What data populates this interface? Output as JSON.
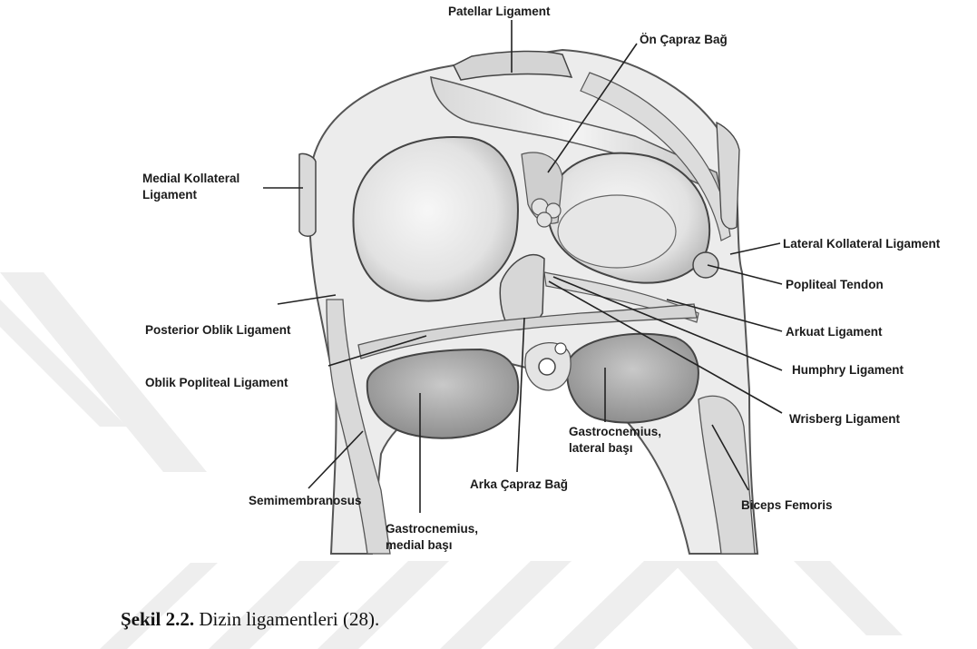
{
  "labels": {
    "patellar_ligament": "Patellar Ligament",
    "on_capraz_bag": "Ön Çapraz Bağ",
    "medial_kollateral_ligament": "Medial Kollateral\nLigament",
    "lateral_kollateral_ligament": "Lateral Kollateral Ligament",
    "popliteal_tendon": "Popliteal Tendon",
    "arkuat_ligament": "Arkuat Ligament",
    "posterior_oblik_ligament": "Posterior Oblik Ligament",
    "oblik_popliteal_ligament": "Oblik Popliteal Ligament",
    "humphry_ligament": "Humphry Ligament",
    "wrisberg_ligament": "Wrisberg Ligament",
    "gastrocnemius_lateral": "Gastrocnemius,\nlateral başı",
    "arka_capraz_bag": "Arka Çapraz Bağ",
    "semimembranosus": "Semimembranosus",
    "biceps_femoris": "Biceps Femoris",
    "gastrocnemius_medial": "Gastrocnemius,\nmedial başı"
  },
  "caption": {
    "number": "Şekil 2.2.",
    "text": " Dizin ligamentleri (28)."
  }
}
